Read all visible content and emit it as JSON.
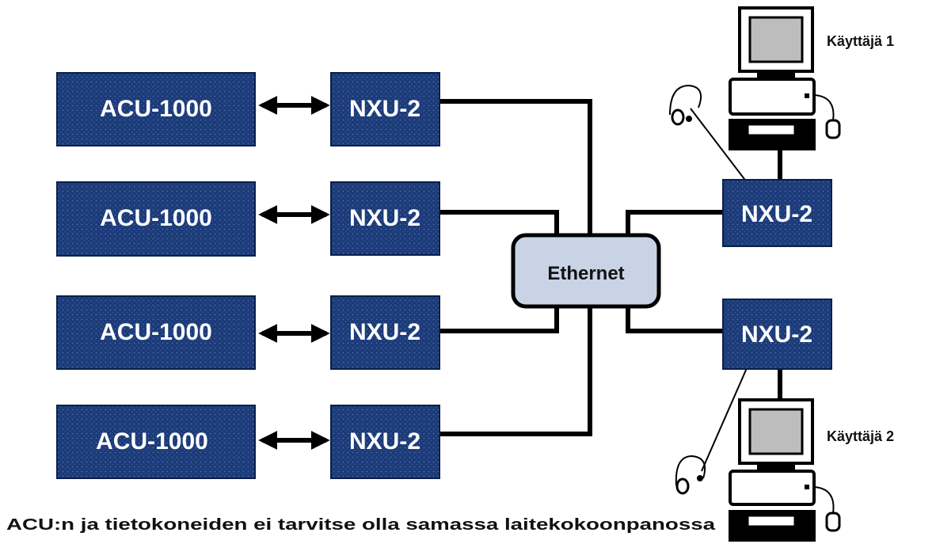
{
  "acu_units": [
    "ACU-1000",
    "ACU-1000",
    "ACU-1000",
    "ACU-1000"
  ],
  "nxu_left": [
    "NXU-2",
    "NXU-2",
    "NXU-2",
    "NXU-2"
  ],
  "nxu_right": [
    "NXU-2",
    "NXU-2"
  ],
  "network": {
    "label": "Ethernet"
  },
  "users": [
    "Käyttäjä 1",
    "Käyttäjä 2"
  ],
  "caption": "ACU:n ja tietokoneiden ei tarvitse olla samassa laitekokoonpanossa",
  "colors": {
    "box": "#1b3a78",
    "ethernet": "#c8d3e6",
    "line": "#000000"
  }
}
